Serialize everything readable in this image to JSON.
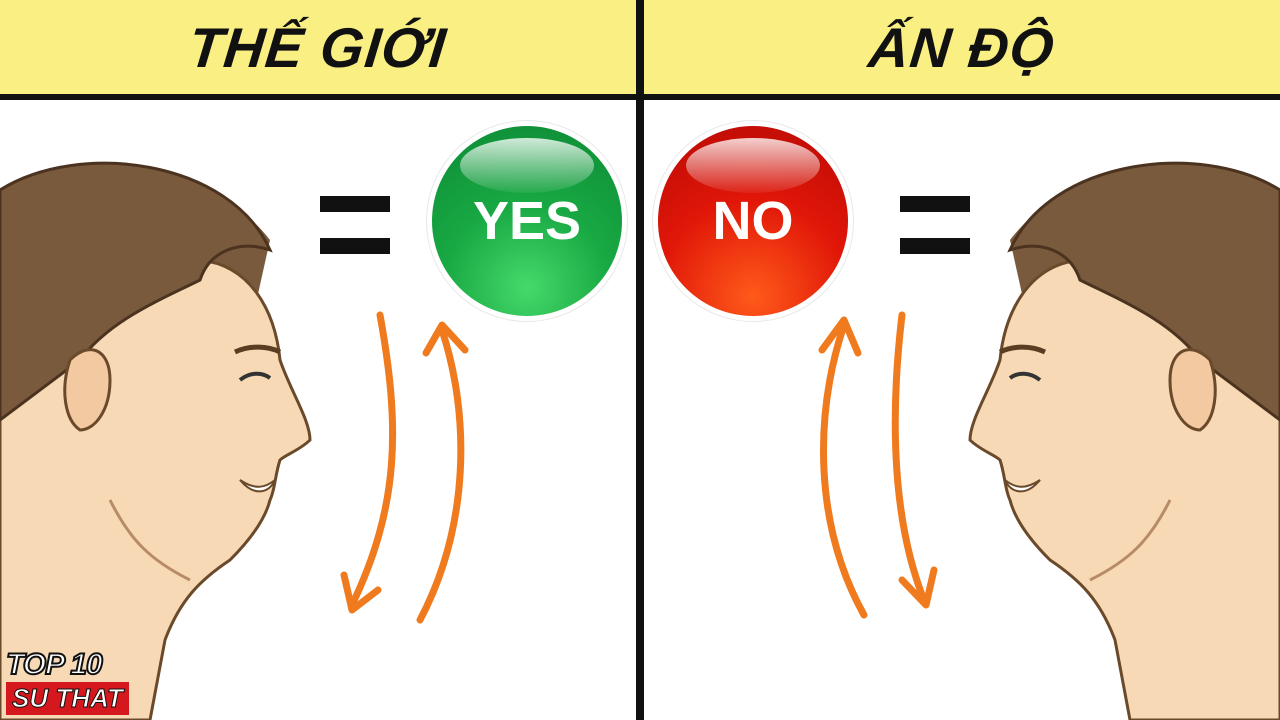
{
  "left_panel": {
    "title": "THẾ GIỚI",
    "button_label": "YES",
    "button_color": "#18a843"
  },
  "right_panel": {
    "title": "ẤN ĐỘ",
    "button_label": "NO",
    "button_color": "#e01608"
  },
  "colors": {
    "header_bg": "#faef82",
    "arrow": "#f07a1e",
    "hair": "#7a5a3c",
    "skin": "#f7d9b5"
  },
  "logo": {
    "top": "TOP 10",
    "bottom": "SU THAT"
  }
}
